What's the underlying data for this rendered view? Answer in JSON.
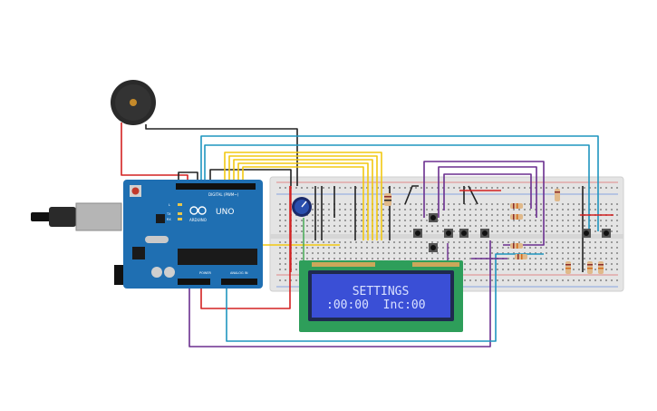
{
  "colors": {
    "board": "#1f6fb2",
    "breadboard": "#e6e6e6",
    "lcd_pcb": "#2e9e5a",
    "lcd_screen": "#3a4fd6",
    "lcd_text": "#d8e0ff",
    "wire_red": "#d32222",
    "wire_black": "#222222",
    "wire_yellow": "#f2c811",
    "wire_blue": "#1f95bf",
    "wire_purple": "#6b2f8f",
    "wire_green": "#3aa64a"
  },
  "arduino": {
    "model": "UNO",
    "brand": "ARDUINO",
    "digital_label": "DIGITAL (PWM~)",
    "power_label": "POWER",
    "analog_label": "ANALOG IN",
    "tx_label": "TX",
    "rx_label": "RX",
    "l_label": "L",
    "icon": "infinity-logo-icon"
  },
  "lcd": {
    "line1": "SETTINGS",
    "line2": ":00:00  Inc:00"
  },
  "components": {
    "buzzer_icon": "piezo-buzzer-icon",
    "pot_icon": "potentiometer-icon",
    "button_icon": "pushbutton-icon",
    "resistor_icon": "resistor-icon"
  }
}
